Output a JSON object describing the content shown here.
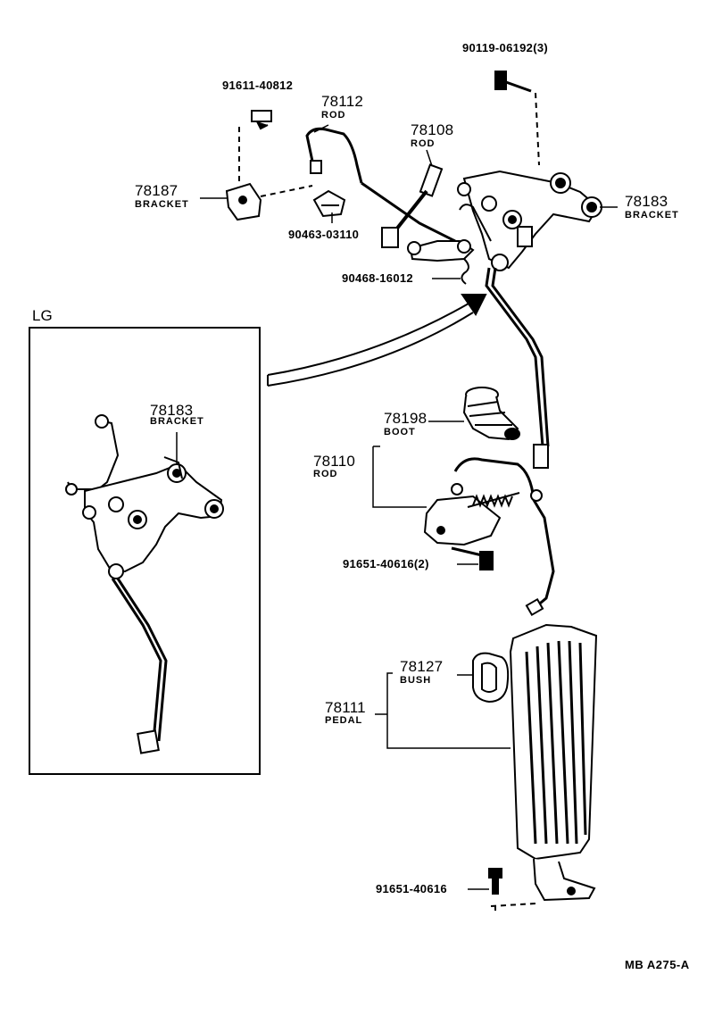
{
  "labels": {
    "bolt_90119": "90119-06192(3)",
    "bolt_91611": "91611-40812",
    "rod_78112_num": "78112",
    "rod_78112_name": "ROD",
    "rod_78108_num": "78108",
    "rod_78108_name": "ROD",
    "bracket_78187_num": "78187",
    "bracket_78187_name": "BRACKET",
    "bracket_78183_num": "78183",
    "bracket_78183_name": "BRACKET",
    "clip_90463": "90463-03110",
    "clip_90468": "90468-16012",
    "inset_title": "LG",
    "inset_bracket_num": "78183",
    "inset_bracket_name": "BRACKET",
    "boot_78198_num": "78198",
    "boot_78198_name": "BOOT",
    "rod_78110_num": "78110",
    "rod_78110_name": "ROD",
    "bolt_91651_2": "91651-40616(2)",
    "bush_78127_num": "78127",
    "bush_78127_name": "BUSH",
    "pedal_78111_num": "78111",
    "pedal_78111_name": "PEDAL",
    "bolt_91651": "91651-40616",
    "diagram_ref": "MB A275-A"
  }
}
